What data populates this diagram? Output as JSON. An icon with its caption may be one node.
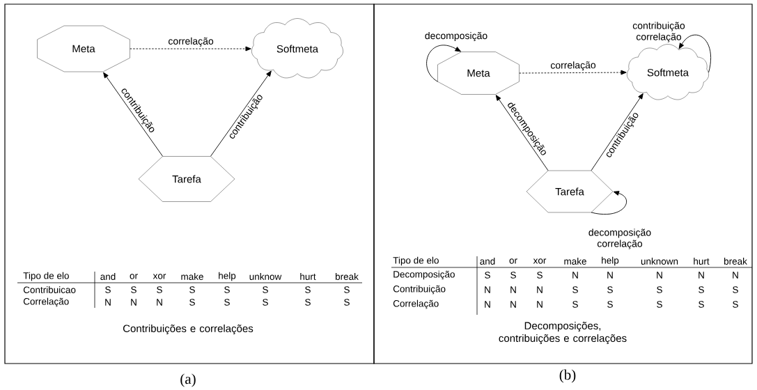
{
  "diagram": {
    "nodes": [
      {
        "text": [
          "Meta"
        ]
      },
      {
        "text": [
          "Softmeta"
        ]
      },
      {
        "text": [
          "Tarefa"
        ]
      },
      {
        "text": [
          "Meta"
        ]
      },
      {
        "text": [
          "Softmeta"
        ]
      },
      {
        "text": [
          "Tarefa"
        ]
      }
    ],
    "edges": [
      {
        "from": 0,
        "to": 1,
        "arrow": "to",
        "label": "correlação",
        "style": "dashed"
      },
      {
        "from": 2,
        "to": 0,
        "arrow": "to",
        "label": "contribuição"
      },
      {
        "from": 2,
        "to": 1,
        "arrow": "to",
        "label": "contribuição"
      },
      {
        "from": 3,
        "to": 4,
        "arrow": "to",
        "label": "correlação",
        "style": "dashed"
      },
      {
        "from": 5,
        "to": 3,
        "arrow": "to",
        "label": "decomposição"
      },
      {
        "from": 5,
        "to": 4,
        "arrow": "to",
        "label": "contribuição"
      },
      {
        "from": 3,
        "to": 3,
        "arrow": "to",
        "label": "decomposição"
      },
      {
        "from": 4,
        "to": 4,
        "arrow": "to",
        "label": "contribuição correlação"
      },
      {
        "from": 5,
        "to": 5,
        "arrow": "to",
        "label": "decomposição correlação"
      }
    ],
    "labels": [
      "Tipo de elo",
      "and",
      "or",
      "xor",
      "make",
      "help",
      "unknow",
      "hurt",
      "break",
      "Contribuicao",
      "S",
      "S",
      "S",
      "S",
      "S",
      "S",
      "S",
      "S",
      "Correlação",
      "N",
      "N",
      "N",
      "S",
      "S",
      "S",
      "S",
      "S",
      "Contribuições e correlações",
      "(a)",
      "Tipo de elo",
      "and",
      "or",
      "xor",
      "make",
      "help",
      "unknown",
      "hurt",
      "break",
      "Decomposição",
      "S",
      "S",
      "S",
      "N",
      "N",
      "N",
      "N",
      "N",
      "Contribuição",
      "N",
      "N",
      "N",
      "S",
      "S",
      "S",
      "S",
      "S",
      "Correlação",
      "N",
      "N",
      "N",
      "S",
      "S",
      "S",
      "S",
      "S",
      "Decomposições, contribuições e correlações",
      "(b)"
    ]
  }
}
